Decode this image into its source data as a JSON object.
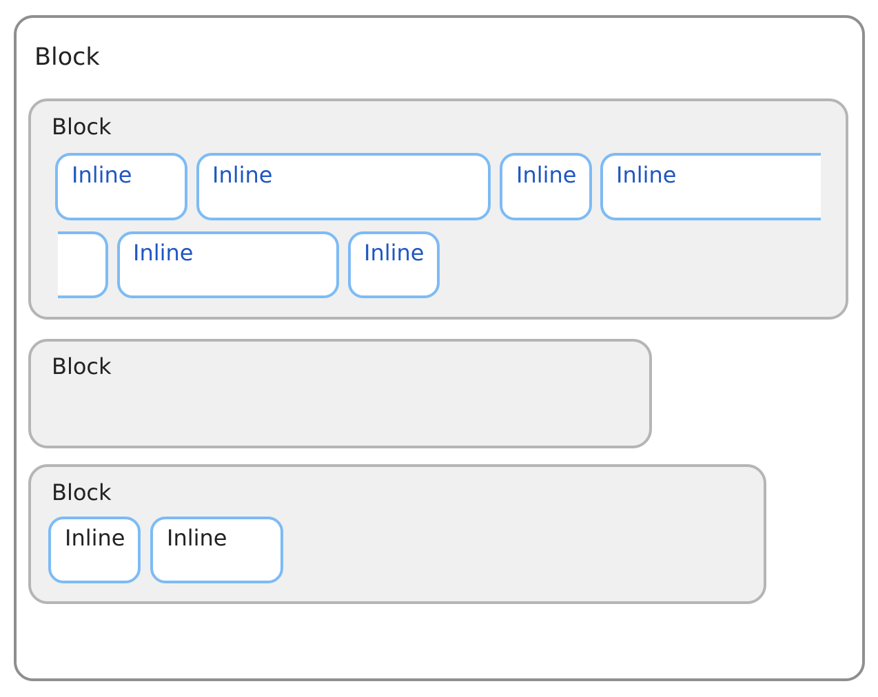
{
  "outer_block": {
    "label": "Block"
  },
  "block_1": {
    "label": "Block",
    "inlines": [
      "Inline",
      "Inline",
      "Inline",
      "Inline",
      "Inline",
      "Inline"
    ]
  },
  "block_2": {
    "label": "Block"
  },
  "block_3": {
    "label": "Block",
    "inlines": [
      "Inline",
      "Inline"
    ]
  },
  "colors": {
    "outer_border": "#8f8f8f",
    "block_border": "#b5b5b5",
    "block_fill": "#f0f0f0",
    "inline_border": "#7dbbf4",
    "inline_text_blue": "#1f56c2",
    "text_dark": "#222222"
  }
}
